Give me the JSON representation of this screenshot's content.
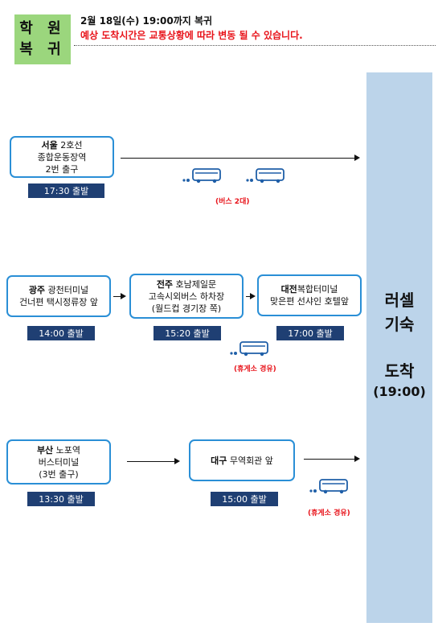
{
  "header": {
    "badge_line1": "학 원",
    "badge_line2": "복 귀",
    "return_date": "2월 18일(수) 19:00까지 복귀",
    "notice": "예상 도착시간은 교통상황에 따라 변동 될 수 있습니다."
  },
  "destination": {
    "line1": "러셀",
    "line2": "기숙",
    "line3": "도착",
    "time": "(19:00)"
  },
  "routes": {
    "seoul": {
      "city": "서울",
      "line1_rest": " 2호선",
      "line2": "종합운동장역",
      "line3": "2번 출구",
      "depart": "17:30 출발",
      "bus_note": "(버스 2대)"
    },
    "gwangju": {
      "city": "광주",
      "line1_rest": " 광천터미널",
      "line2": "건너편 택시정류장 앞",
      "depart": "14:00 출발"
    },
    "jeonju": {
      "city": "전주",
      "line1_rest": " 호남제일문",
      "line2": "고속시외버스 하차장",
      "line3": "(월드컵 경기장 쪽)",
      "depart": "15:20 출발",
      "bus_note": "(휴게소 경유)"
    },
    "daejeon": {
      "city": "대전",
      "line1_rest": "복합터미널",
      "line2": "맞은편 선샤인 호텔앞",
      "depart": "17:00 출발"
    },
    "busan": {
      "city": "부산",
      "line1_rest": " 노포역",
      "line2": "버스터미널",
      "line3": "(3번 출구)",
      "depart": "13:30 출발"
    },
    "daegu": {
      "city": "대구",
      "line1_rest": " 무역회관 앞",
      "depart": "15:00 출발",
      "bus_note": "(휴게소 경유)"
    }
  },
  "colors": {
    "badge": "#9bd67d",
    "notice_red": "#e8141b",
    "box_border": "#2a8fd6",
    "tag_navy": "#1f3f73",
    "destination_bar": "#bcd4ea"
  },
  "icons": [
    "bus-icon"
  ]
}
